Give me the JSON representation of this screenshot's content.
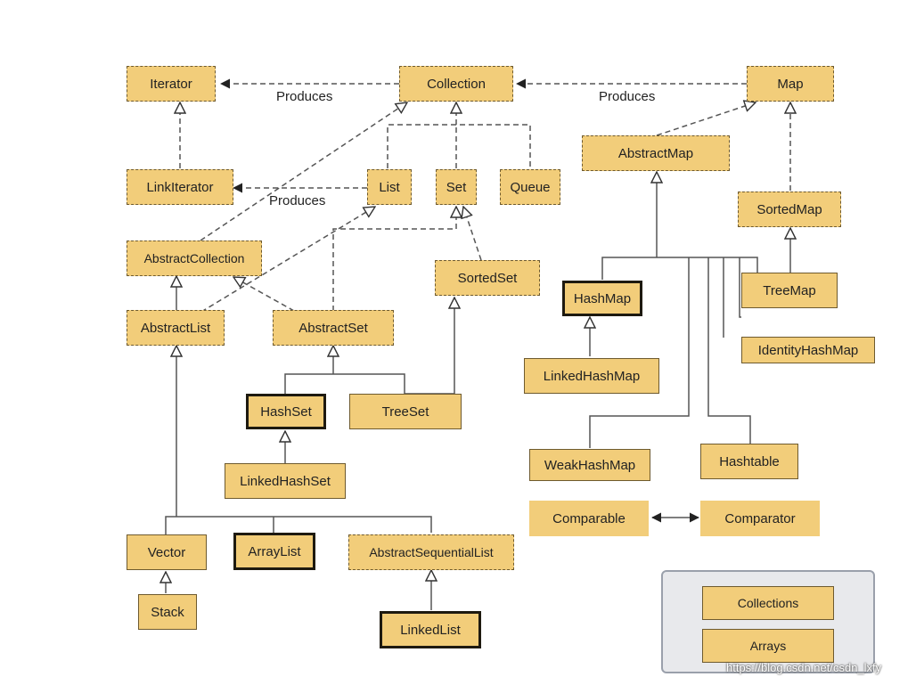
{
  "nodes": {
    "iterator": "Iterator",
    "collection": "Collection",
    "map": "Map",
    "list_iterator": "LinkIterator",
    "list": "List",
    "set": "Set",
    "queue": "Queue",
    "abstract_map": "AbstractMap",
    "sorted_map": "SortedMap",
    "abstract_collection": "AbstractCollection",
    "sorted_set": "SortedSet",
    "hash_map": "HashMap",
    "tree_map": "TreeMap",
    "abstract_list": "AbstractList",
    "abstract_set": "AbstractSet",
    "identity_hash_map": "IdentityHashMap",
    "linked_hash_map": "LinkedHashMap",
    "hash_set": "HashSet",
    "tree_set": "TreeSet",
    "weak_hash_map": "WeakHashMap",
    "hashtable": "Hashtable",
    "linked_hash_set": "LinkedHashSet",
    "comparable": "Comparable",
    "comparator": "Comparator",
    "vector": "Vector",
    "array_list": "ArrayList",
    "abstract_sequential_list": "AbstractSequentialList",
    "stack": "Stack",
    "linked_list": "LinkedList",
    "collections": "Collections",
    "arrays": "Arrays"
  },
  "edge_labels": {
    "collection_produces": "Produces",
    "map_produces": "Produces",
    "list_produces": "Produces"
  },
  "watermark": "https://blog.csdn.net/csdn_lxfy"
}
